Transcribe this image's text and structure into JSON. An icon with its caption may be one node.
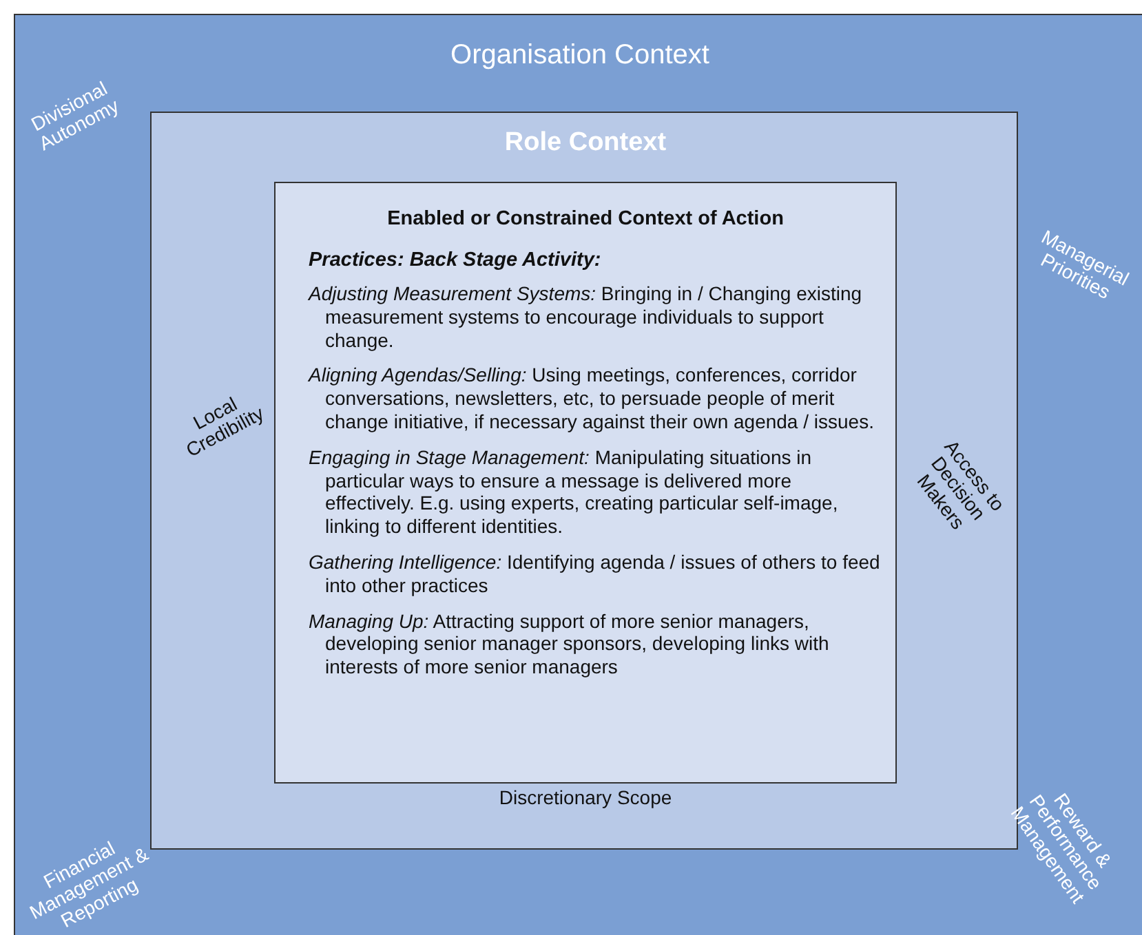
{
  "diagram": {
    "nodes": [
      {
        "text": [
          "Organisation Context",
          "Divisional Autonomy",
          "Managerial Priorities",
          "Financial Management & Reporting",
          "Reward & Performance Management"
        ]
      },
      {
        "text": [
          "Role Context",
          "Local Credibility",
          "Access to Decision Makers",
          "Discretionary Scope"
        ],
        "in": 0
      },
      {
        "text": [
          "Enabled or Constrained Context of Action",
          "Practices: Back Stage Activity:",
          "*Adjusting Measurement Systems:* Bringing in / Changing existing measurement systems to encourage individuals to support change.",
          "*Aligning Agendas/Selling:* Using meetings, conferences, corridor conversations, newsletters, etc, to persuade people of merit change initiative, if necessary against their own agenda / issues.",
          "*Engaging in Stage Management:* Manipulating situations in particular ways to ensure a message is delivered more effectively. E.g. using experts, creating particular self-image, linking to different identities.",
          "*Gathering Intelligence:* Identifying agenda / issues of others to feed into other practices",
          "*Managing Up:* Attracting support of more senior managers, developing senior manager sponsors, developing links with interests of more senior managers"
        ],
        "in": 1
      }
    ]
  }
}
